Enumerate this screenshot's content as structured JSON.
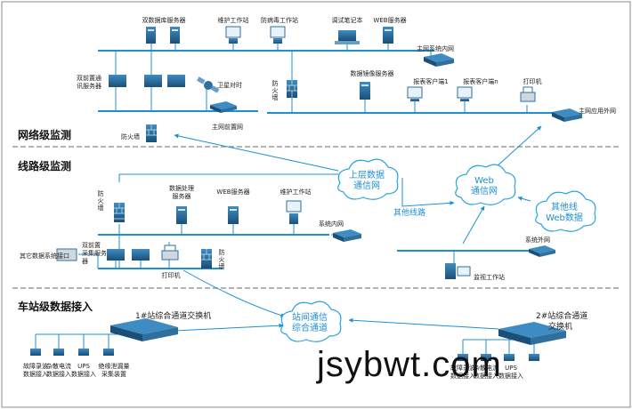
{
  "bands": {
    "network": "网络级监测",
    "line": "线路级监测",
    "station": "车站级数据接入"
  },
  "top": {
    "db_servers": "双数据库服务器",
    "maint_ws": "维护工作站",
    "av_ws": "防病毒工作站",
    "debug_nb": "调试笔记本",
    "web_server": "WEB服务器",
    "main_lan": "主网系统内网",
    "dual_comm_1": "双前置通",
    "dual_comm_2": "讯服务器",
    "satellite": "卫星对时",
    "firewall": "防火墙",
    "mirror_server": "数据镜像服务器",
    "report_1": "报表客户端1",
    "report_n": "报表客户端n",
    "printer": "打印机",
    "front_net": "主网前置网",
    "main_ext": "主网应用外网",
    "firewall_left": "防火墙"
  },
  "clouds": {
    "upper": [
      "上层数据",
      "通信网"
    ],
    "web": [
      "Web",
      "通信网"
    ],
    "other_web": [
      "其他线",
      "Web数据"
    ],
    "station": [
      "站间通信",
      "综合通道"
    ]
  },
  "line": {
    "other_lines": "其他线路",
    "firewall_1": "防火墙",
    "dp_server_1": "数据处理",
    "dp_server_2": "服务器",
    "web_server": "WEB服务器",
    "maint_ws": "维护工作站",
    "sys_lan": "系统内网",
    "dual_acq_1": "双前置",
    "dual_acq_2": "采集服务",
    "dual_acq_3": "器",
    "other_if": "其它数据系统接口",
    "printer": "打印机",
    "firewall_2": "防火墙",
    "sys_ext": "系统外网",
    "monitor_ws": "监视工作站"
  },
  "station": {
    "switch_1": "1#站综合通道交换机",
    "switch_2_a": "2#站综合通道",
    "switch_2_b": "交换机",
    "ports": [
      [
        "故障录波",
        "数据接入"
      ],
      [
        "杂散电流",
        "数据接入"
      ],
      [
        "UPS",
        "数据接入"
      ],
      [
        "绝缘泄漏量",
        "采集装置"
      ]
    ],
    "ports_2": [
      [
        "故障录波",
        "数据接入"
      ],
      [
        "杂散电流",
        "数据接入"
      ],
      [
        "UPS",
        "数据接入"
      ]
    ]
  },
  "watermark": "jsybwt.com",
  "colors": {
    "bus": "#1e8fd0",
    "cloud_stroke": "#29a3e0",
    "divider": "#9a9a9a",
    "device": "#2f6f9e",
    "device_dark": "#1b4f78"
  }
}
